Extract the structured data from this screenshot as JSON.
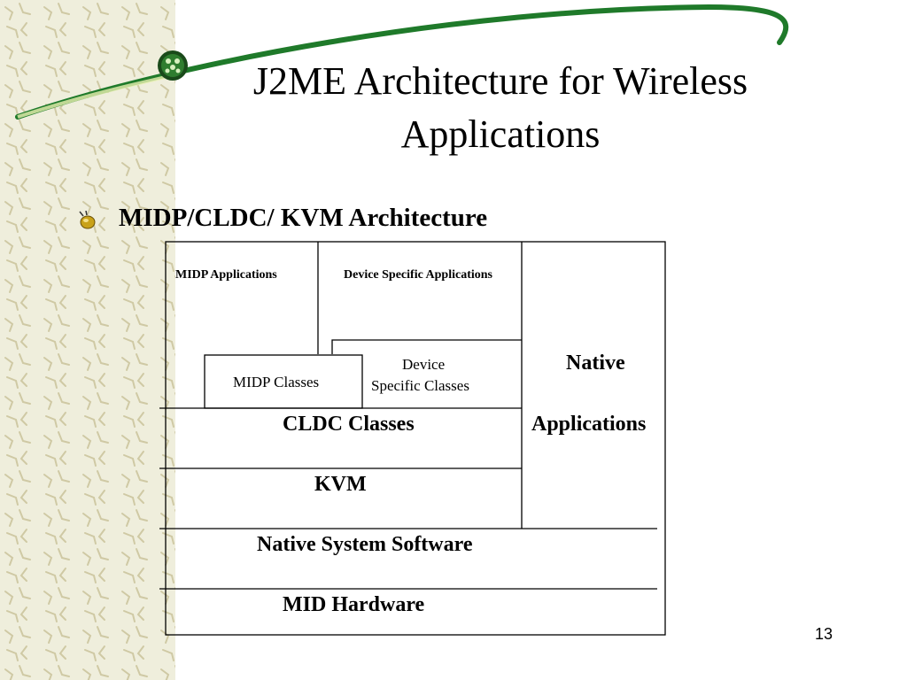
{
  "slide": {
    "title_line1": "J2ME Architecture for Wireless",
    "title_line2": "Applications",
    "bullet": "MIDP/CLDC/ KVM Architecture",
    "page_number": "13"
  },
  "diagram": {
    "midp_applications": "MIDP Applications",
    "device_specific_applications": "Device Specific Applications",
    "midp_classes": "MIDP Classes",
    "device_specific_classes_line1": "Device",
    "device_specific_classes_line2": "Specific Classes",
    "native_applications_line1": "Native",
    "native_applications_line2": "Applications",
    "cldc_classes": "CLDC Classes",
    "kvm": "KVM",
    "native_system_software": "Native System Software",
    "mid_hardware": "MID Hardware"
  },
  "colors": {
    "swoosh": "#1f7a2a",
    "background_pattern": "#efeedc",
    "bullet_icon": "#c9a21a"
  }
}
